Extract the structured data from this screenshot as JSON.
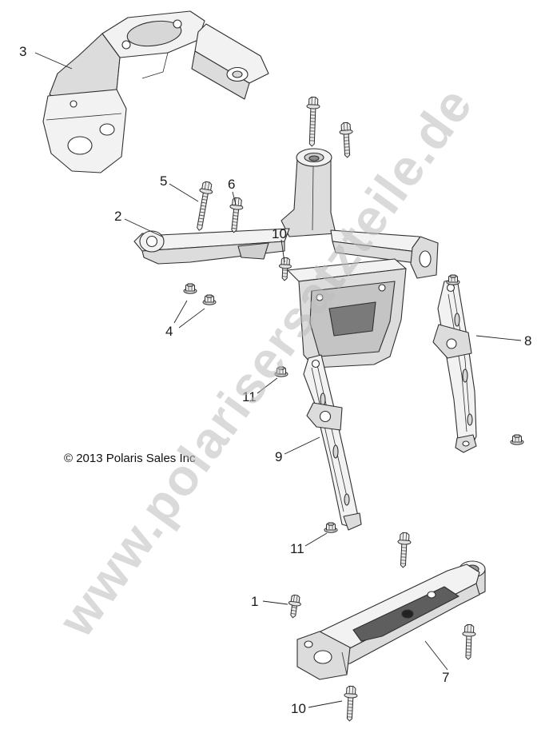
{
  "watermark": "www.polarisersatzteile.de",
  "copyright": "© 2013 Polaris Sales Inc",
  "callouts": {
    "c1": "1",
    "c2": "2",
    "c3": "3",
    "c4": "4",
    "c5": "5",
    "c6": "6",
    "c7": "7",
    "c8": "8",
    "c9": "9",
    "c10a": "10",
    "c10b": "10",
    "c11a": "11",
    "c11b": "11"
  },
  "colors": {
    "line": "#2f2f2f",
    "fill_light": "#f2f2f2",
    "fill_mid": "#dcdcdc",
    "fill_dark": "#c4c4c4",
    "recess": "#5e5e5e",
    "watermark": "#bdbdbd"
  }
}
